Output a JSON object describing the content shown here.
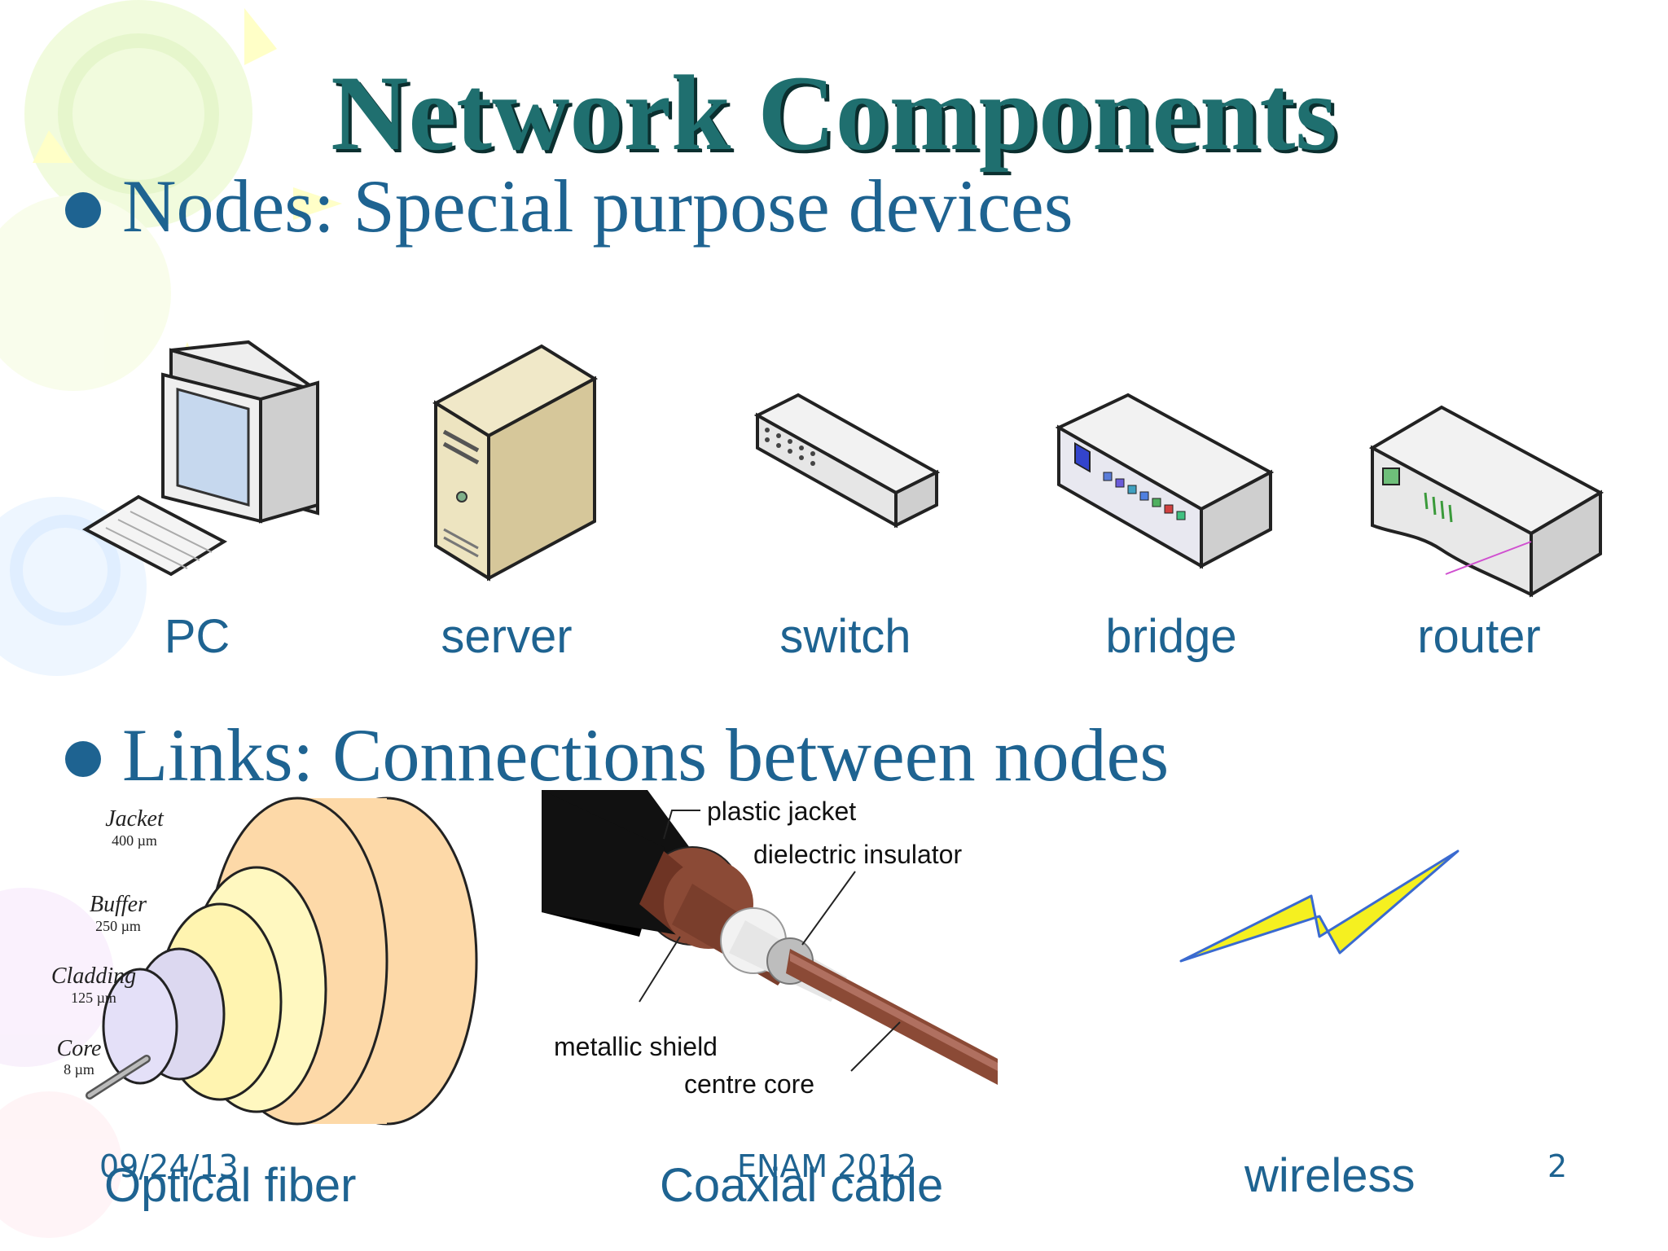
{
  "slide": {
    "title": "Network Components",
    "bullets": [
      {
        "text": "Nodes: Special purpose devices"
      },
      {
        "text": "Links: Connections between nodes"
      }
    ],
    "nodes": [
      {
        "label": "PC",
        "icon": "pc-icon"
      },
      {
        "label": "server",
        "icon": "server-icon"
      },
      {
        "label": "switch",
        "icon": "switch-icon"
      },
      {
        "label": "bridge",
        "icon": "bridge-icon"
      },
      {
        "label": "router",
        "icon": "router-icon"
      }
    ],
    "links": [
      {
        "label": "Optical fiber",
        "icon": "optical-fiber-diagram"
      },
      {
        "label": "Coaxial cable",
        "icon": "coaxial-cable-diagram"
      },
      {
        "label": "wireless",
        "icon": "lightning-bolt-icon"
      }
    ],
    "fiber_layers": [
      {
        "name": "Jacket",
        "size": "400 µm"
      },
      {
        "name": "Buffer",
        "size": "250 µm"
      },
      {
        "name": "Cladding",
        "size": "125 µm"
      },
      {
        "name": "Core",
        "size": "8 µm"
      }
    ],
    "coax_parts": [
      "plastic jacket",
      "dielectric insulator",
      "metallic shield",
      "centre core"
    ],
    "footer": {
      "date": "09/24/13",
      "center": "ENAM 2012",
      "page": "2"
    }
  },
  "colors": {
    "title": "#1f6f6f",
    "text": "#1e6391",
    "fiber_jacket": "#fdd9a8",
    "fiber_buffer": "#fff8c0",
    "fiber_core": "#dcd8f0",
    "coax_copper": "#8b4a36"
  }
}
